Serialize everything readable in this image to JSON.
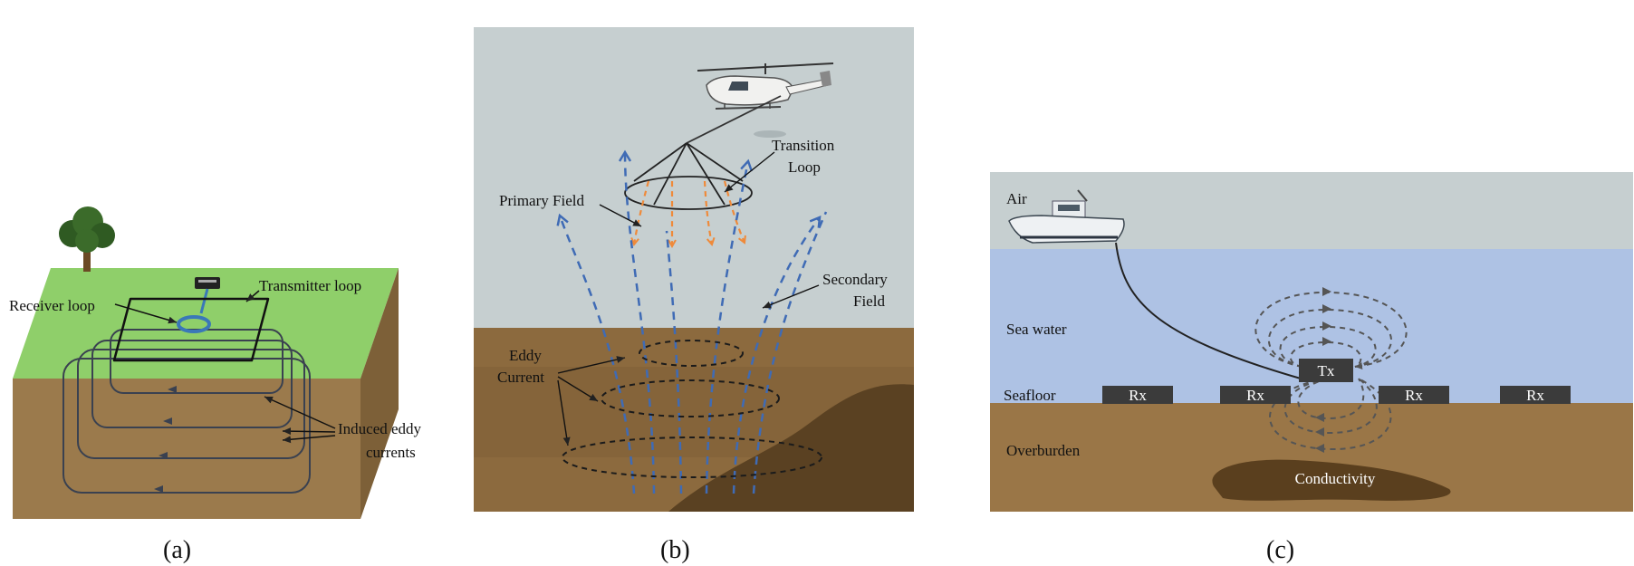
{
  "panel_a": {
    "labels": {
      "receiver_loop": "Receiver loop",
      "transmitter_loop": "Transmitter loop",
      "induced_line1": "Induced eddy",
      "induced_line2": "currents"
    },
    "caption": "(a)"
  },
  "panel_b": {
    "labels": {
      "transition_line1": "Transition",
      "transition_line2": "Loop",
      "primary_field": "Primary Field",
      "secondary_line1": "Secondary",
      "secondary_line2": "Field",
      "eddy_line1": "Eddy",
      "eddy_line2": "Current"
    },
    "caption": "(b)"
  },
  "panel_c": {
    "labels": {
      "air": "Air",
      "sea_water": "Sea water",
      "seafloor": "Seafloor",
      "overburden": "Overburden",
      "conductivity": "Conductivity",
      "tx": "Tx",
      "rx": [
        "Rx",
        "Rx",
        "Rx",
        "Rx"
      ]
    },
    "caption": "(c)"
  },
  "colors": {
    "grass": "#8fcf6a",
    "soil": "#9b7a4c",
    "sky": "#c6cfd0",
    "sea": "#aec2e4",
    "seabed": "#9a7647",
    "blue_field": "#3f6bb5",
    "orange_field": "#ef8a3a"
  },
  "icons": [
    "tree-icon",
    "receiver-device-icon",
    "helicopter-icon",
    "boat-icon"
  ]
}
